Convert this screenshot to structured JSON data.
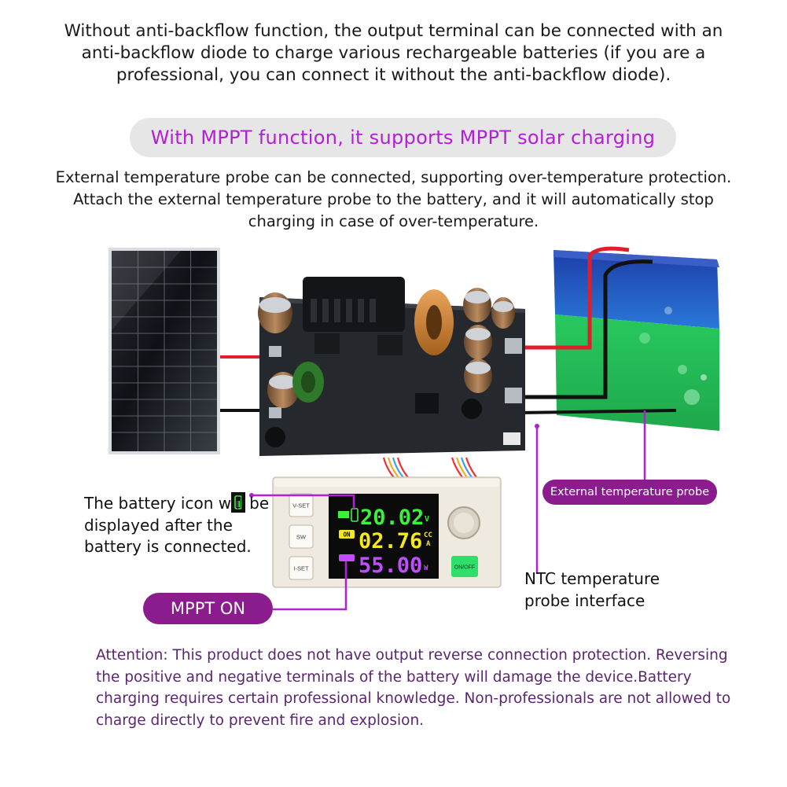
{
  "intro_text": "Without anti-backflow function, the output terminal can be connected with an anti-backflow diode to charge various rechargeable batteries (if you are a professional, you can connect it without the anti-backflow diode).",
  "mppt_banner": "With MPPT function, it supports MPPT solar charging",
  "probe_text": "External temperature probe can be connected, supporting over-temperature protection. Attach the external temperature probe to the battery, and it will automatically stop charging in case of over-temperature.",
  "battery_label": "The battery icon will be displayed after the battery is connected.",
  "external_probe_label": "External temperature probe",
  "ntc_label": "NTC temperature probe interface",
  "mppt_on_label": "MPPT ON",
  "module": {
    "buttons": {
      "vset": "V-SET",
      "sw": "SW",
      "iset": "I-SET",
      "onoff": "ON/OFF"
    },
    "display": {
      "voltage": "20.02",
      "voltage_unit": "V",
      "current": "02.76",
      "current_unit": "A",
      "mode": "CC",
      "power": "55.00",
      "power_unit": "W",
      "status": "ON"
    }
  },
  "attention_text": "Attention: This product does not have output reverse connection protection. Reversing the positive and negative terminals of the battery will damage the device.Battery charging requires certain professional knowledge. Non-professionals are not allowed to charge directly to prevent fire and explosion.",
  "colors": {
    "accent_purple": "#b21fd6",
    "tag_purple": "#8a1c8e",
    "attention_text": "#5a2670",
    "lcd_green": "#3df03d",
    "lcd_yellow": "#f5e81e",
    "lcd_purple": "#c14dff"
  }
}
